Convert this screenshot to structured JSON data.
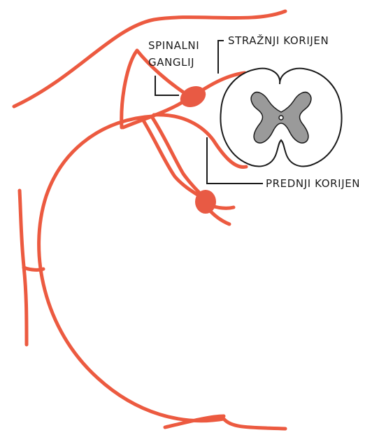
{
  "labels": {
    "spinal_ganglion_line1": "SPINALNI",
    "spinal_ganglion_line2": "GANGLIJ",
    "dorsal_root": "STRAŽNJI KORIJEN",
    "ventral_root": "PREDNJI KORIJEN"
  },
  "colors": {
    "nerve": "#ec5a40",
    "ganglion": "#e85a44",
    "grey_matter": "#9a9a9a",
    "outline": "#1a1a1a"
  }
}
